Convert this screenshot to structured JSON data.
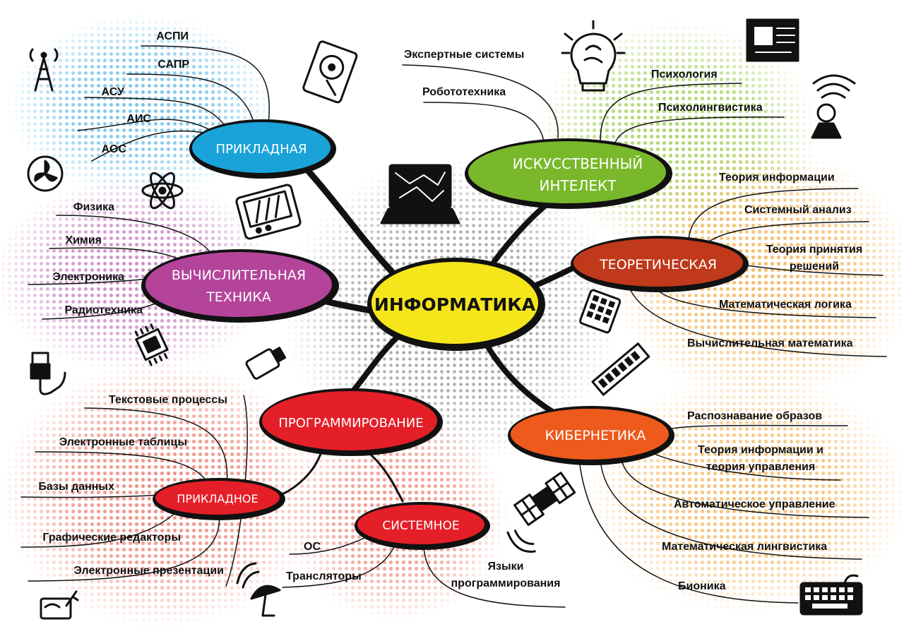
{
  "center": {
    "label": "ИНФОРМАТИКА",
    "color": "#f5e61c"
  },
  "branches": {
    "prikladnaya": {
      "label": "ПРИКЛАДНАЯ",
      "color": "#1aa3d9",
      "items": [
        "АСПИ",
        "САПР",
        "АСУ",
        "АИС",
        "АОС"
      ]
    },
    "vychislitelnaya": {
      "label_line1": "ВЫЧИСЛИТЕЛЬНАЯ",
      "label_line2": "ТЕХНИКА",
      "color": "#b3449a",
      "items": [
        "Физика",
        "Химия",
        "Электроника",
        "Радиотехника"
      ]
    },
    "ii": {
      "label_line1": "ИСКУССТВЕННЫЙ",
      "label_line2": "ИНТЕЛЕКТ",
      "color": "#78b82a",
      "items": [
        "Экспертные системы",
        "Робототехника",
        "Психология",
        "Психолингвистика"
      ]
    },
    "teoreticheskaya": {
      "label": "ТЕОРЕТИЧЕСКАЯ",
      "color": "#c0391b",
      "items": [
        "Теория информации",
        "Системный анализ",
        "Теория принятия решений",
        "Математическая логика",
        "Вычислительная математика"
      ]
    },
    "kibernetika": {
      "label": "КИБЕРНЕТИКА",
      "color": "#ee5a1c",
      "items": [
        "Распознавание образов",
        "Теория информации и теория управления",
        "Автоматическое управление",
        "Математическая лингвистика",
        "Бионика"
      ]
    },
    "programmirovanie": {
      "label": "ПРОГРАММИРОВАНИЕ",
      "color": "#e41f28"
    },
    "prikladnoe": {
      "label": "ПРИКЛАДНОЕ",
      "color": "#e41f28",
      "items": [
        "Текстовые процессы",
        "Электронные таблицы",
        "Базы данных",
        "Графические редакторы",
        "Электронные презентации"
      ]
    },
    "sistemnoe": {
      "label": "СИСТЕМНОЕ",
      "color": "#e41f28",
      "items": [
        "ОС",
        "Трансляторы",
        "Языки программирования"
      ]
    }
  },
  "icons": [
    "antenna-tower-icon",
    "hard-drive-icon",
    "brain-lightbulb-icon",
    "cpu-chip-icon",
    "wifi-person-icon",
    "fan-icon",
    "atom-icon",
    "oscilloscope-icon",
    "laptop-icon",
    "microchip-icon",
    "usb-cable-icon",
    "flash-drive-icon",
    "calculator-icon",
    "ram-module-icon",
    "satellite-icon",
    "drawing-tablet-icon",
    "satellite-dish-icon",
    "keyboard-icon"
  ]
}
